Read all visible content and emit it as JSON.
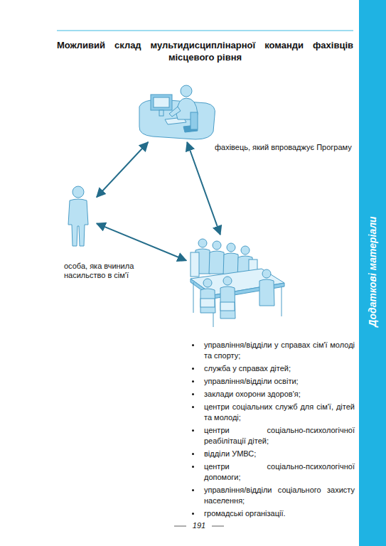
{
  "diagram": {
    "title": "Можливий склад мультидисциплінарної команди фахівців місцевого рівня",
    "nodes": [
      {
        "text": [
          "фахівець, який впроваджує Програму"
        ]
      },
      {
        "text": [
          "особа, яка вчинила насильство в сім'ї"
        ]
      },
      {
        "text": [
          "управління/відділи у справах сім'ї молоді та спорту;",
          "служба у справах дітей;",
          "управління/відділи освіти;",
          "заклади охорони здоров'я;",
          "центри соціальних служб для сім'ї, дітей та молоді;",
          "центри соціально-психологічної реабілітації дітей;",
          "відділи УМВС;",
          "центри соціально-психологічної допомоги;",
          "управління/відділи соціального захисту населення;",
          "громадські організації."
        ]
      }
    ],
    "edges": [
      {
        "from": 0,
        "to": 1,
        "arrow": "both"
      },
      {
        "from": 0,
        "to": 2,
        "arrow": "both"
      },
      {
        "from": 1,
        "to": 2,
        "arrow": "both"
      }
    ],
    "labels": [
      "Додаткові матеріали",
      "191"
    ]
  }
}
